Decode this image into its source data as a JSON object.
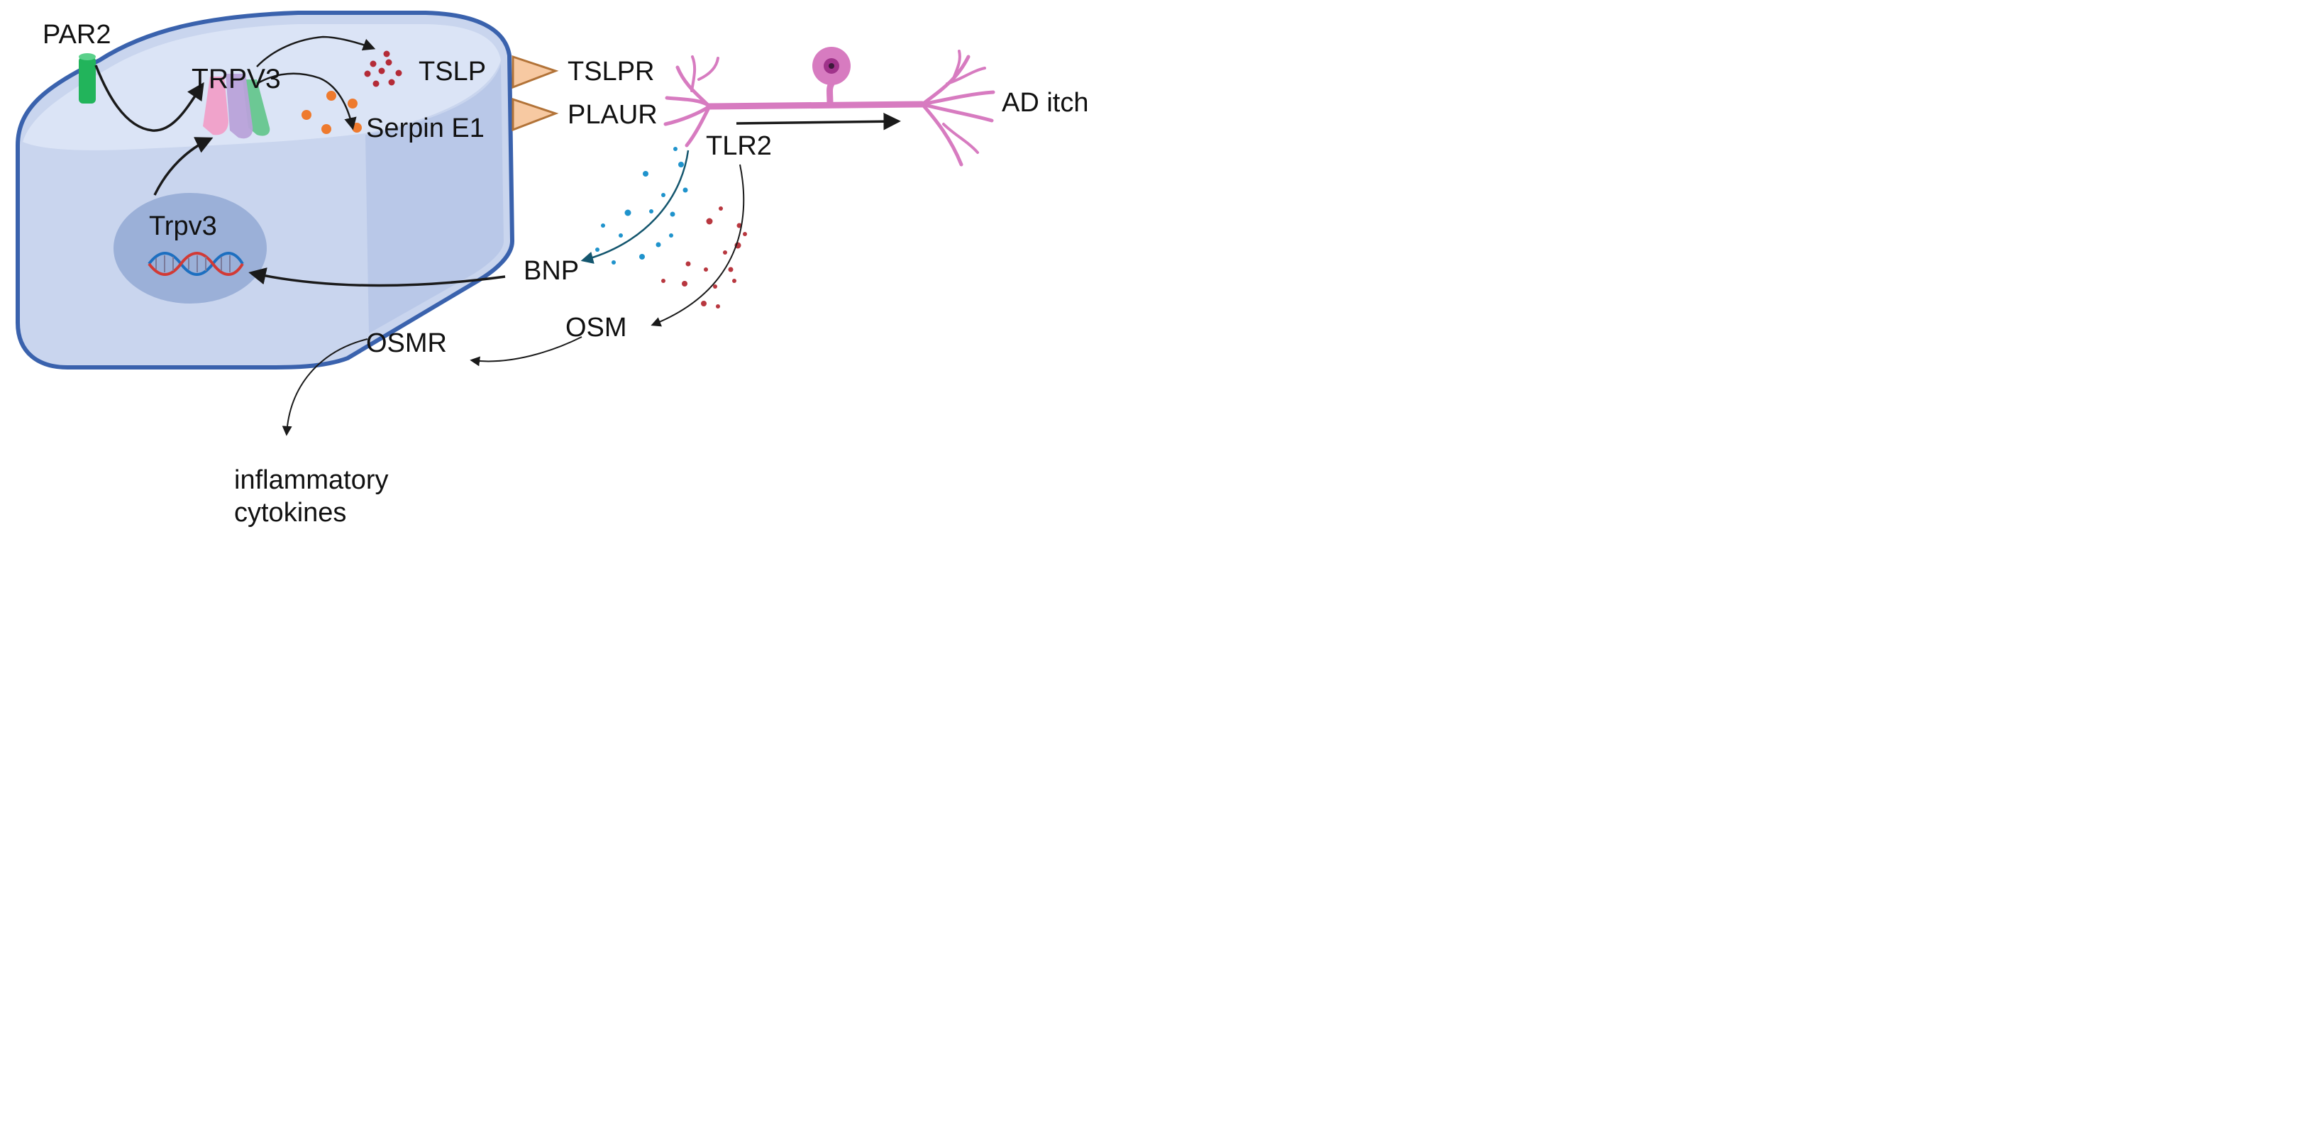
{
  "labels": {
    "par2": "PAR2",
    "trpv3_channel": "TRPV3",
    "tslp": "TSLP",
    "serpin_e1": "Serpin E1",
    "tslpr": "TSLPR",
    "plaur": "PLAUR",
    "ad_itch": "AD itch",
    "tlr2": "TLR2",
    "trpv3_gene": "Trpv3",
    "bnp": "BNP",
    "osm": "OSM",
    "osmr": "OSMR",
    "inflammatory_cytokines": "inflammatory\ncytokines"
  },
  "colors": {
    "cell_fill": "#c9d5ee",
    "cell_outline": "#3a62ad",
    "nucleus": "#9bb0d8",
    "neuron": "#d77bc0",
    "neuron_soma": "#c05aa5",
    "receptor": "#f7c9a2",
    "receptor_outline": "#b27338",
    "par2": "#22b45b",
    "tslp_dots": "#b42b37",
    "serpin_dots": "#ee7a2e",
    "bnp_dots": "#1f93cc",
    "osm_dots": "#b8373f",
    "arrow": "#1a1a1a",
    "bnp_arrow": "#14566e"
  }
}
